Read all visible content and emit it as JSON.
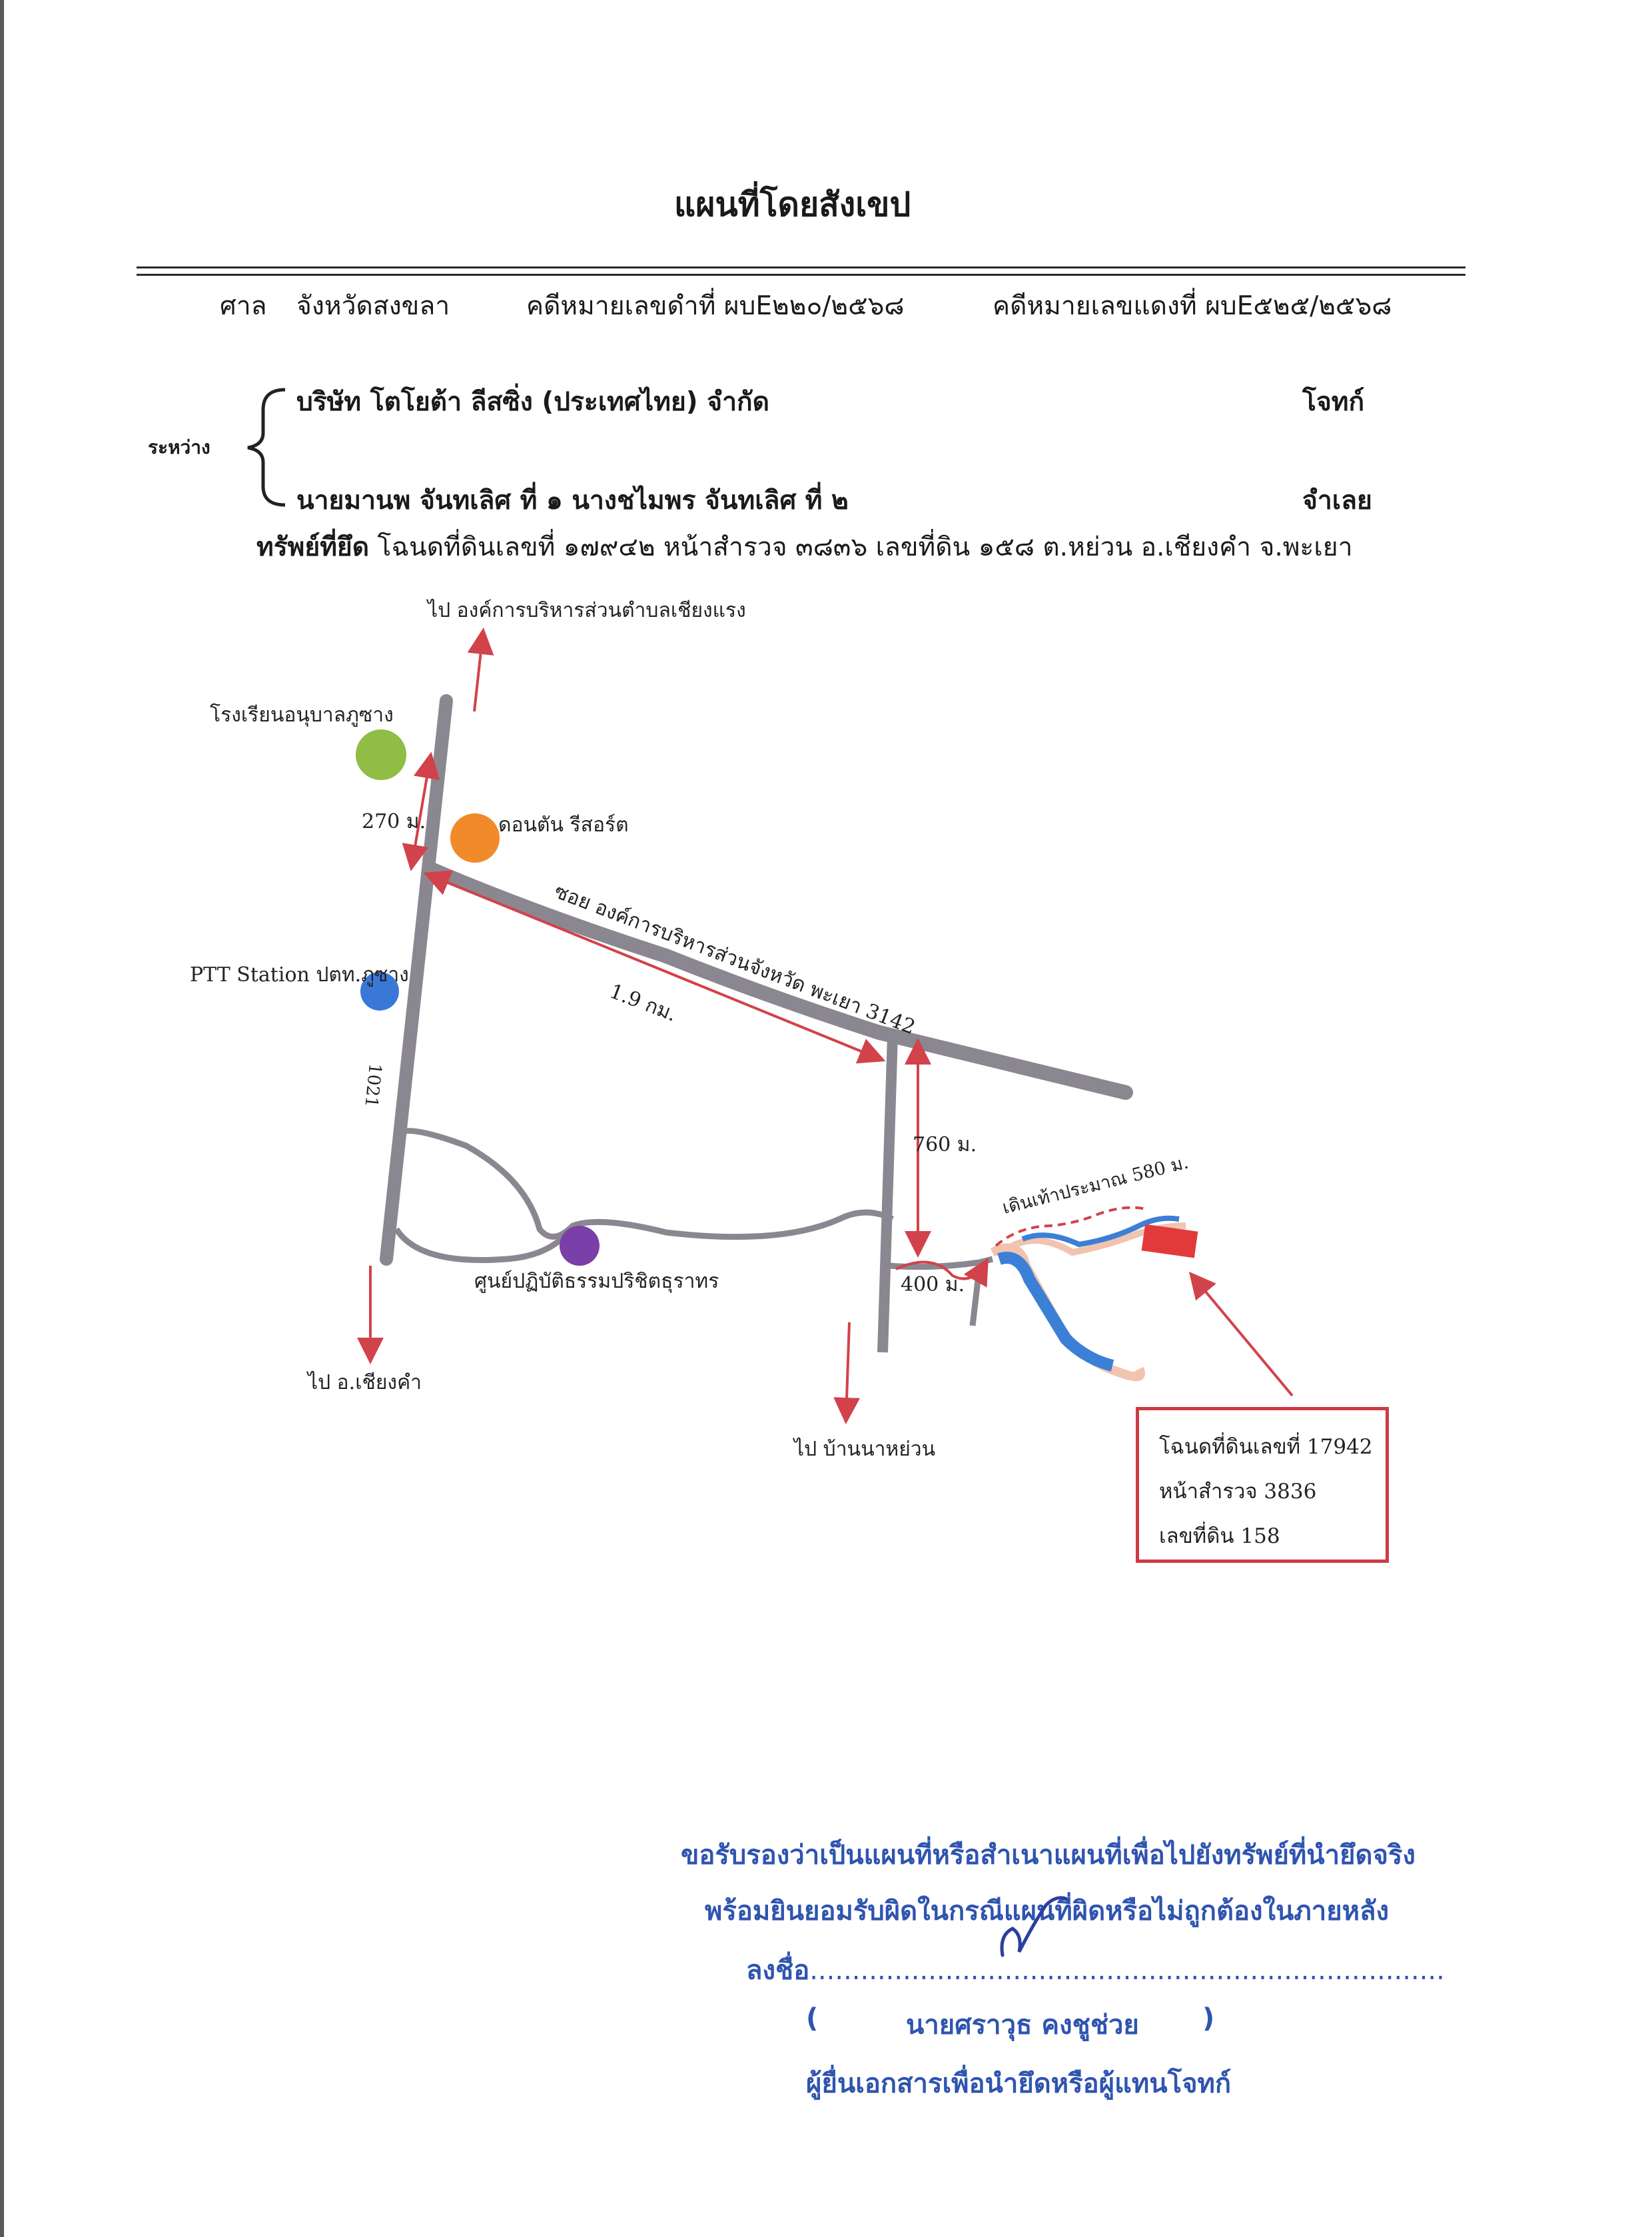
{
  "title": "แผนที่โดยสังเขป",
  "header": {
    "court_label": "ศาล",
    "court_name": "จังหวัดสงขลา",
    "black_case": "คดีหมายเลขดำที่ ผบE๒๒๐/๒๕๖๘",
    "red_case": "คดีหมายเลขแดงที่ ผบE๕๒๕/๒๕๖๘"
  },
  "parties": {
    "between_label": "ระหว่าง",
    "plaintiff": "บริษัท โตโยต้า ลีสซิ่ง (ประเทศไทย) จำกัด",
    "plaintiff_role": "โจทก์",
    "defendant": "นายมานพ จันทเลิศ ที่ ๑ นางชไมพร จันทเลิศ ที่ ๒",
    "defendant_role": "จำเลย"
  },
  "property": {
    "label": "ทรัพย์ที่ยึด",
    "text": "โฉนดที่ดินเลขที่ ๑๗๙๔๒ หน้าสำรวจ ๓๘๓๖ เลขที่ดิน ๑๕๘ ต.หย่วน อ.เชียงคำ จ.พะเยา"
  },
  "map": {
    "to_north": "ไป องค์การบริหารส่วนตำบลเชียงแรง",
    "school": "โรงเรียนอนุบาลภูซาง",
    "resort": "ดอนตัน รีสอร์ต",
    "dist_270": "270 ม.",
    "ptt": "PTT Station ปตท.ภูซาง",
    "road_1021": "1021",
    "soi": "ซอย องค์การบริหารส่วนจังหวัด พะเยา 3142",
    "dist_1_9": "1.9 กม.",
    "dist_760": "760 ม.",
    "walk": "เดินเท้าประมาณ 580 ม.",
    "dist_400": "400 ม.",
    "dharma": "ศูนย์ปฏิบัติธรรมปริชิตธุราทร",
    "to_chiangkham": "ไป อ.เชียงคำ",
    "to_nayuan": "ไป บ้านนาหย่วน",
    "colors": {
      "road": "#8b8790",
      "arrow": "#d2424a",
      "stream": "#3b7fd6",
      "school": "#8fbd45",
      "resort": "#f08a2b",
      "ptt": "#3a78d8",
      "dharma": "#7a3fa8",
      "plot": "#e23a3a"
    }
  },
  "deed": {
    "line1": "โฉนดที่ดินเลขที่ 17942",
    "line2": "หน้าสำรวจ 3836",
    "line3": "เลขที่ดิน 158"
  },
  "certification": {
    "line1": "ขอรับรองว่าเป็นแผนที่หรือสำเนาแผนที่เพื่อไปยังทรัพย์ที่นำยึดจริง",
    "line2": "พร้อมยินยอมรับผิดในกรณีแผนที่ผิดหรือไม่ถูกต้องในภายหลัง",
    "sign_label": "ลงชื่อ",
    "sign_dots": "...........................................................................",
    "paren_open": "(",
    "signer": "นายศราวุธ คงชูช่วย",
    "paren_close": ")",
    "role": "ผู้ยื่นเอกสารเพื่อนำยึดหรือผู้แทนโจทก์"
  }
}
